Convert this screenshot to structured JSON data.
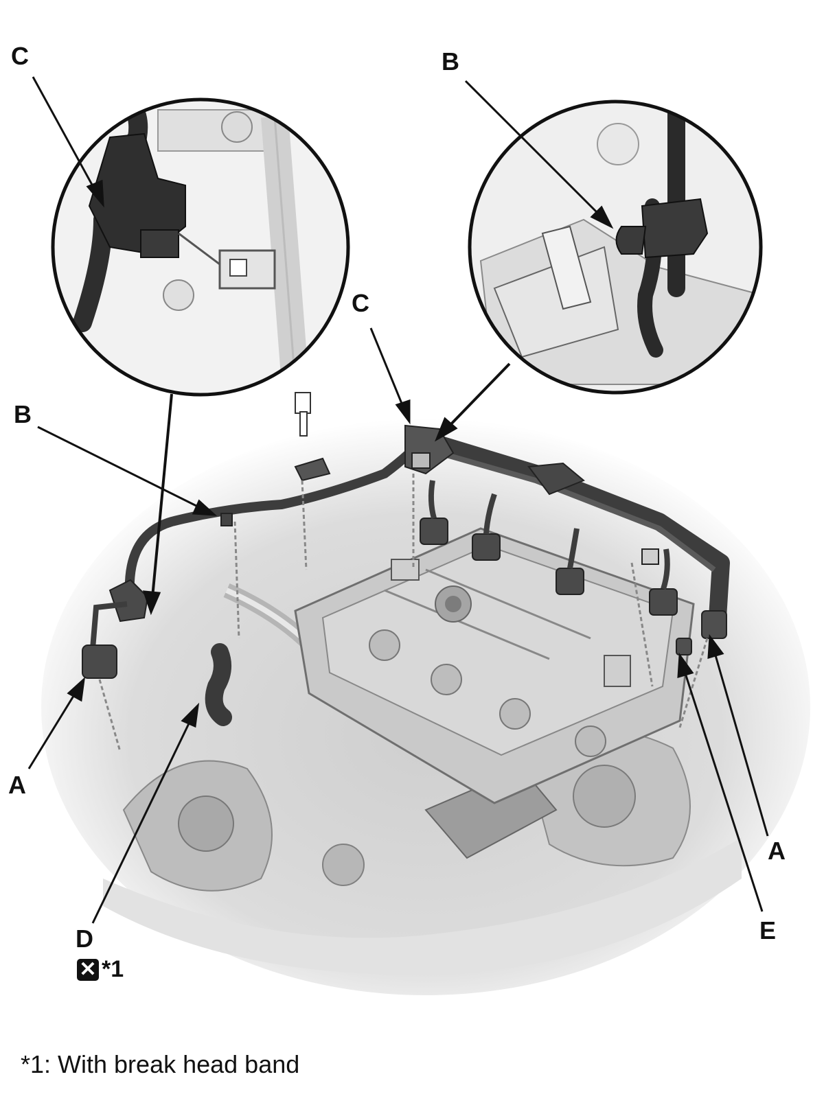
{
  "callouts": {
    "c_top_left": "C",
    "b_top_right": "B",
    "c_center": "C",
    "b_left": "B",
    "a_left": "A",
    "a_right": "A",
    "d_bottom": "D",
    "e_bottom": "E"
  },
  "note_badge": {
    "icon": "x-box-icon",
    "ref": "*1"
  },
  "footnote": "*1: With break head band"
}
